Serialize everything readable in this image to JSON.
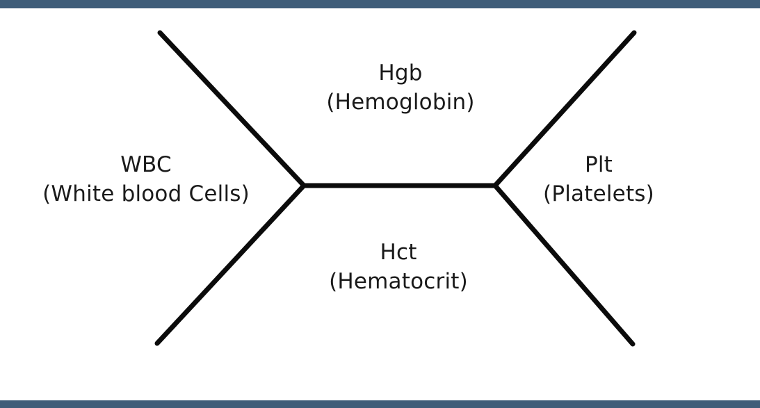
{
  "colors": {
    "background": "#ffffff",
    "bar": "#3f5d79",
    "line": "#0b0b0b",
    "text": "#1a1a1a"
  },
  "diagram": {
    "nodes": {
      "hgb": {
        "abbr": "Hgb",
        "full": "(Hemoglobin)"
      },
      "wbc": {
        "abbr": "WBC",
        "full": "(White blood Cells)"
      },
      "plt": {
        "abbr": "Plt",
        "full": "(Platelets)"
      },
      "hct": {
        "abbr": "Hct",
        "full": "(Hematocrit)"
      }
    }
  }
}
